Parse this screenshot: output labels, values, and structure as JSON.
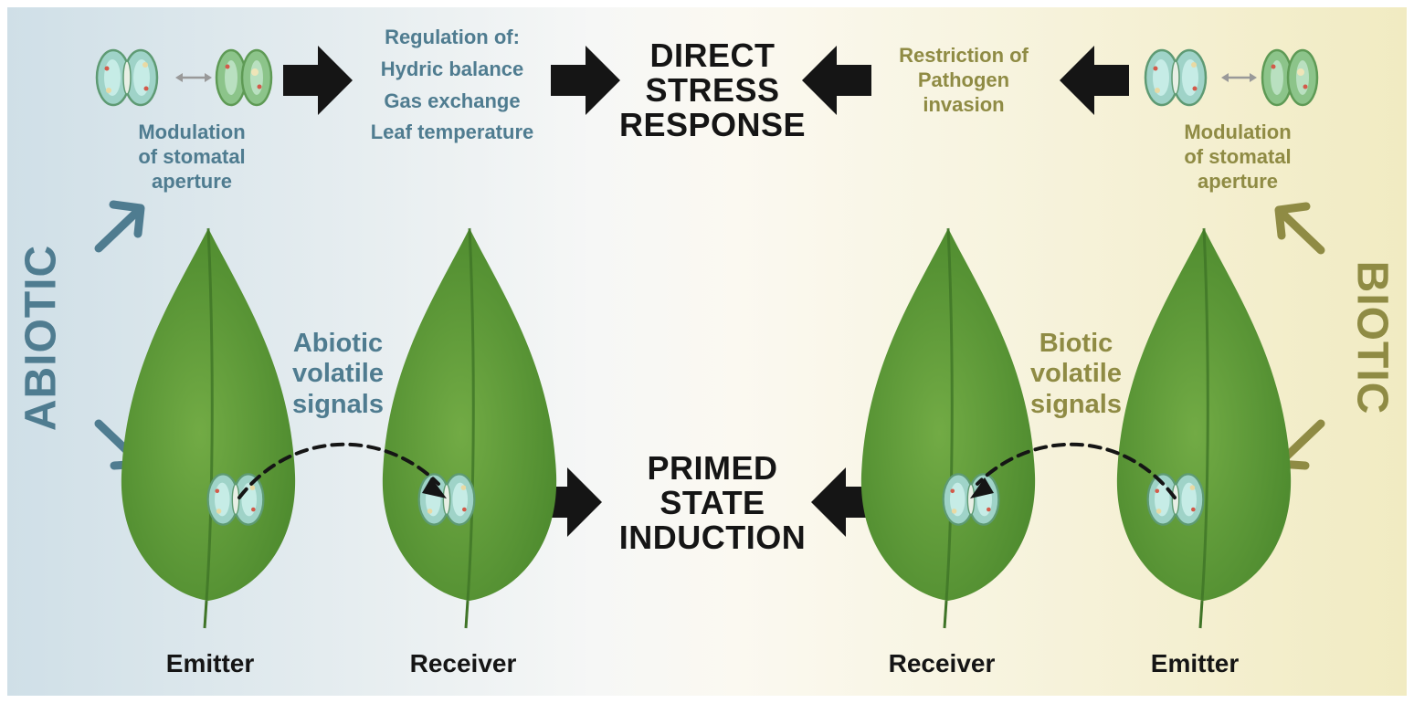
{
  "side_labels": {
    "left": "ABIOTIC",
    "right": "BIOTIC"
  },
  "center": {
    "direct": "DIRECT\nSTRESS\nRESPONSE",
    "primed": "PRIMED\nSTATE\nINDUCTION"
  },
  "left_top": {
    "modulation": "Modulation\nof stomatal\naperture",
    "regulation": "Regulation of:\nHydric balance\nGas exchange\nLeaf temperature"
  },
  "right_top": {
    "restriction": "Restriction of\nPathogen\ninvasion",
    "modulation": "Modulation\nof stomatal\naperture"
  },
  "volatiles": {
    "abiotic": "Abiotic\nvolatile\nsignals",
    "biotic": "Biotic\nvolatile\nsignals"
  },
  "leaf_captions": {
    "left_emitter": "Emitter",
    "left_receiver": "Receiver",
    "right_receiver": "Receiver",
    "right_emitter": "Emitter"
  },
  "colors": {
    "abiotic_accent": "#4f7c90",
    "biotic_accent": "#8f8b44",
    "arrow_dark": "#151515",
    "leaf_green": "#5f9a3a",
    "bg_left": "#d2e1e8",
    "bg_right": "#f2edc7"
  },
  "icons": [
    "stomata-open-icon",
    "stomata-closed-icon",
    "double-arrow-icon",
    "leaf-icon",
    "block-arrow-icon"
  ]
}
